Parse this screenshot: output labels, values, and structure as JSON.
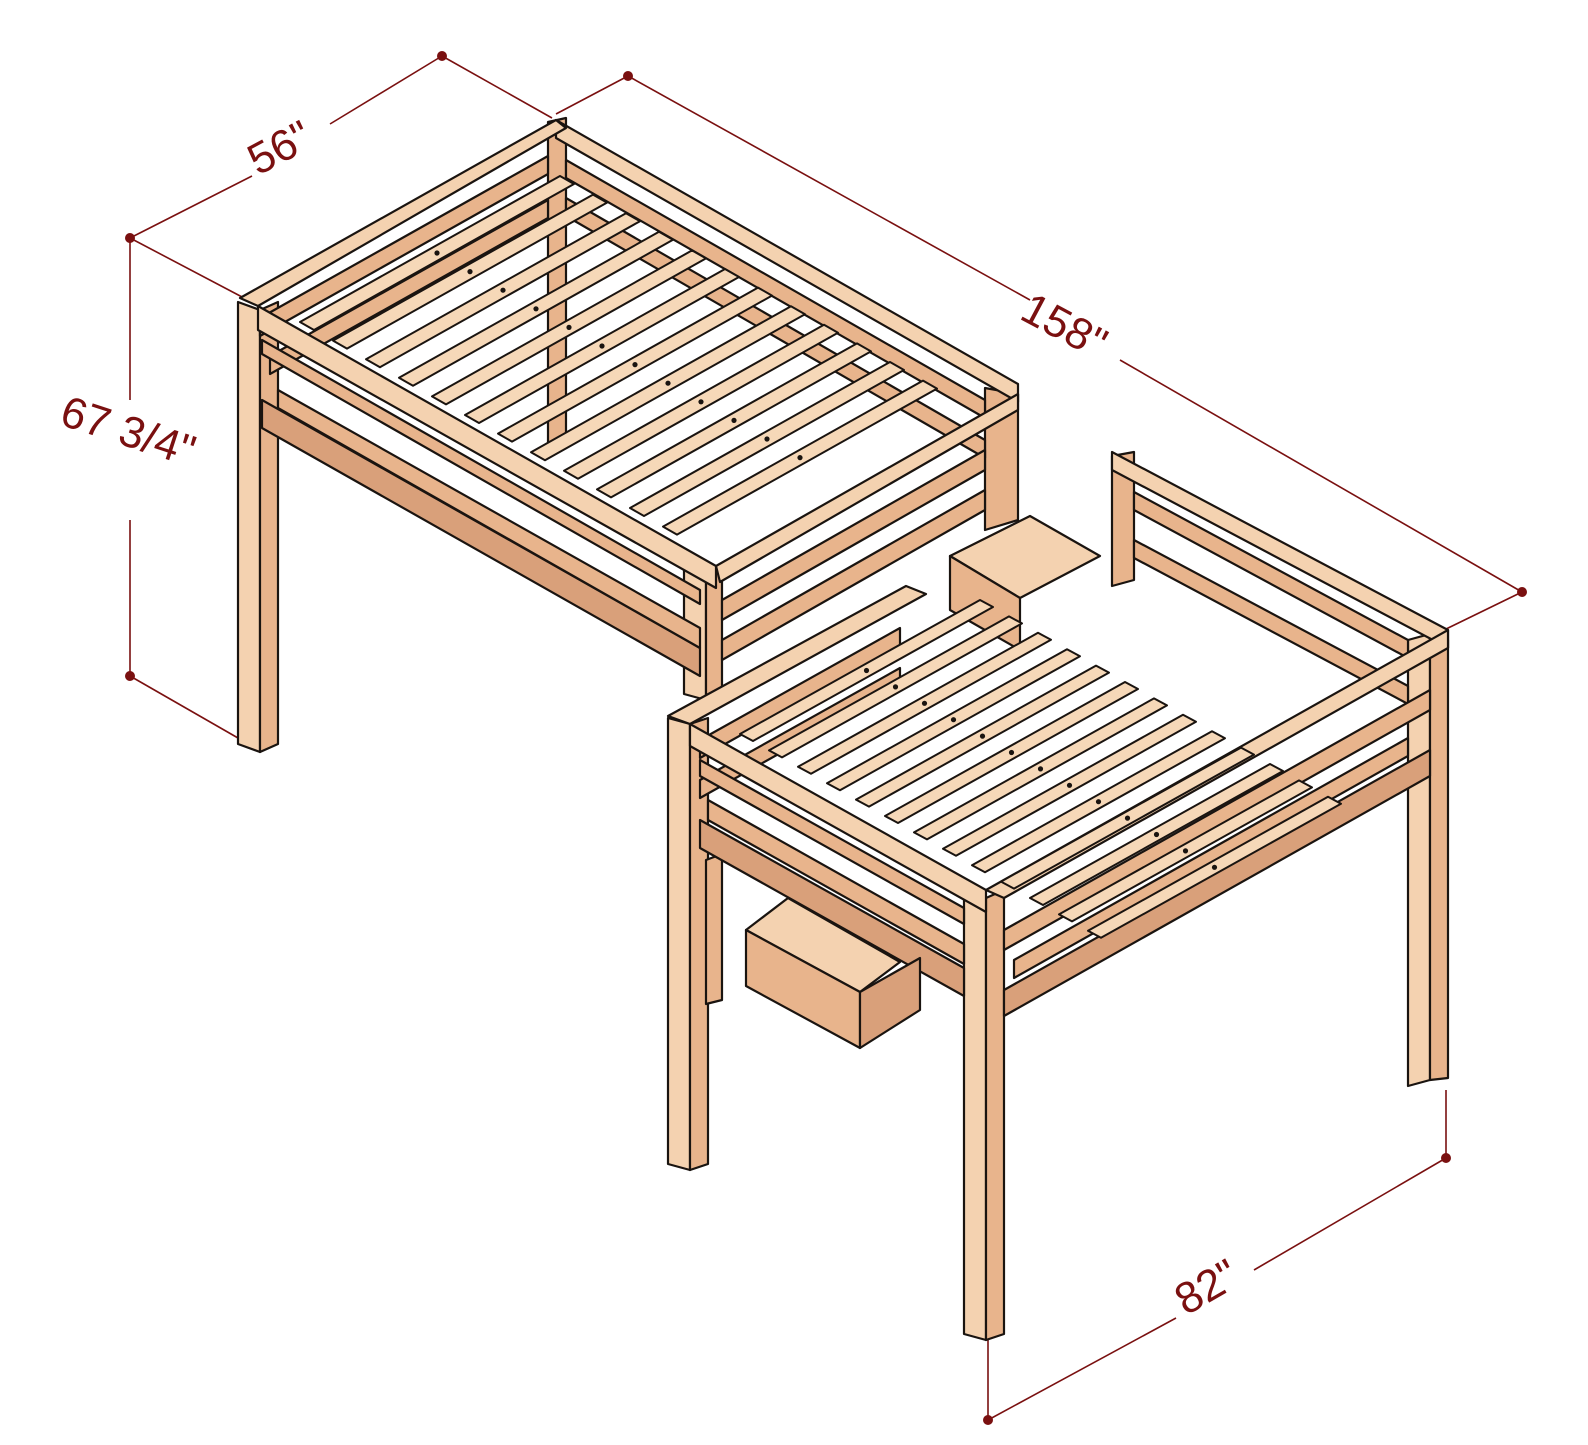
{
  "dimensions": {
    "depth": "56\"",
    "total_length": "158\"",
    "height": "67 3/4\"",
    "width": "82\""
  },
  "colors": {
    "dimension": "#7a1010",
    "wood_light": "#f4d2b0",
    "wood_mid": "#e8b48c",
    "outline": "#1a1410"
  }
}
